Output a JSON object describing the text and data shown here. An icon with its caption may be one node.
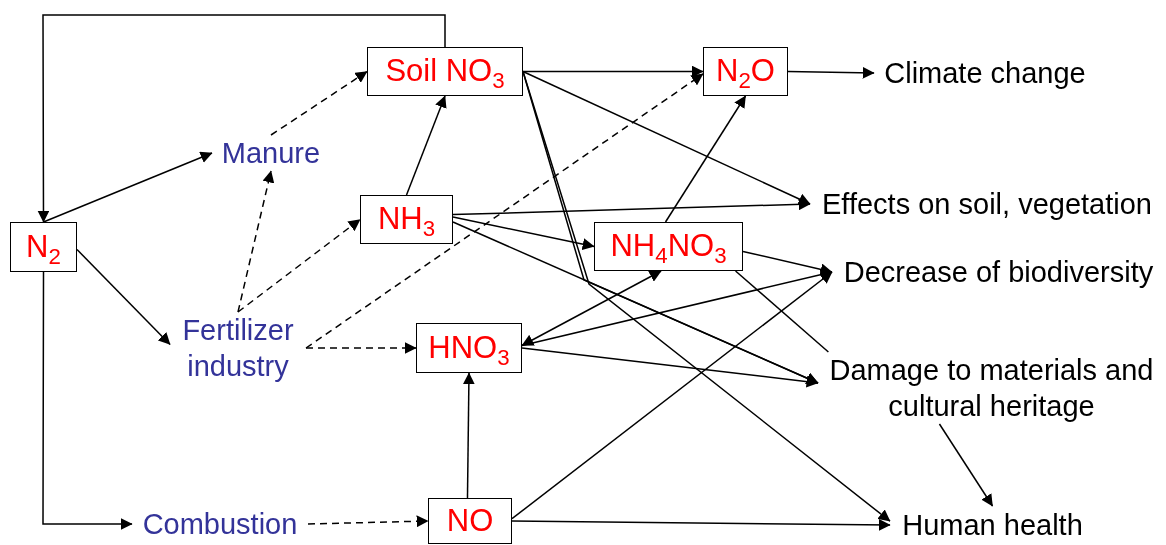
{
  "diagram": {
    "nodes": [
      {
        "text": [
          "N$_{2}$"
        ]
      },
      {
        "text": [
          "Soil NO$_{3}$"
        ]
      },
      {
        "text": [
          "N$_{2}$O"
        ]
      },
      {
        "text": [
          "Climate change"
        ]
      },
      {
        "text": [
          "Manure"
        ]
      },
      {
        "text": [
          "NH$_{3}$"
        ]
      },
      {
        "text": [
          "Effects on soil, vegetation"
        ]
      },
      {
        "text": [
          "NH$_{4}$NO$_{3}$"
        ]
      },
      {
        "text": [
          "Decrease of biodiversity"
        ]
      },
      {
        "text": [
          "Fertilizer industry"
        ]
      },
      {
        "text": [
          "HNO$_{3}$"
        ]
      },
      {
        "text": [
          "Damage to materials and cultural heritage"
        ]
      },
      {
        "text": [
          "Combustion"
        ]
      },
      {
        "text": [
          "NO"
        ]
      },
      {
        "text": [
          "Human health"
        ]
      }
    ],
    "edges": [
      {
        "from": 1,
        "to": 0,
        "arrow": "to"
      },
      {
        "from": 0,
        "to": 4,
        "arrow": "to"
      },
      {
        "from": 0,
        "to": 9,
        "arrow": "to"
      },
      {
        "from": 0,
        "to": 12,
        "arrow": "to"
      },
      {
        "from": 4,
        "to": 1,
        "arrow": "to",
        "style": "dashed"
      },
      {
        "from": 9,
        "to": 4,
        "arrow": "to",
        "style": "dashed"
      },
      {
        "from": 9,
        "to": 5,
        "arrow": "to",
        "style": "dashed"
      },
      {
        "from": 9,
        "to": 2,
        "arrow": "to",
        "style": "dashed"
      },
      {
        "from": 9,
        "to": 10,
        "arrow": "to",
        "style": "dashed"
      },
      {
        "from": 5,
        "to": 1,
        "arrow": "to"
      },
      {
        "from": 1,
        "to": 2,
        "arrow": "to"
      },
      {
        "from": 1,
        "to": 6,
        "arrow": "to"
      },
      {
        "from": 1,
        "to": 11,
        "arrow": "to"
      },
      {
        "from": 1,
        "to": 14,
        "arrow": "to"
      },
      {
        "from": 5,
        "to": 6,
        "arrow": "to"
      },
      {
        "from": 5,
        "to": 7,
        "arrow": "to"
      },
      {
        "from": 5,
        "to": 11,
        "arrow": "to"
      },
      {
        "from": 7,
        "to": 2,
        "arrow": "to"
      },
      {
        "from": 7,
        "to": 8,
        "arrow": "to"
      },
      {
        "from": 7,
        "to": 11,
        "arrow": "none"
      },
      {
        "from": 10,
        "to": 7,
        "arrow": "both"
      },
      {
        "from": 10,
        "to": 8,
        "arrow": "to"
      },
      {
        "from": 10,
        "to": 11,
        "arrow": "to"
      },
      {
        "from": 12,
        "to": 13,
        "arrow": "to",
        "style": "dashed"
      },
      {
        "from": 13,
        "to": 10,
        "arrow": "to"
      },
      {
        "from": 13,
        "to": 8,
        "arrow": "to"
      },
      {
        "from": 13,
        "to": 14,
        "arrow": "to"
      },
      {
        "from": 11,
        "to": 14,
        "arrow": "to"
      },
      {
        "from": 2,
        "to": 3,
        "arrow": "to"
      }
    ]
  }
}
